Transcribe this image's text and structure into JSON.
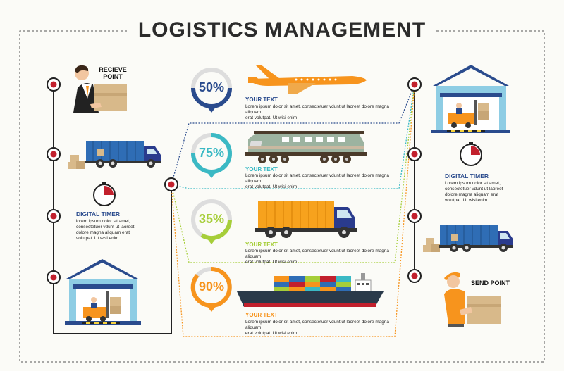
{
  "title": "LOGISTICS MANAGEMENT",
  "colors": {
    "navy": "#2a4b8d",
    "red_node": "#c2202d",
    "orange": "#f7941d",
    "teal": "#3bb9c4",
    "green": "#a6ce39",
    "warehouse_blue": "#8ecde4"
  },
  "left": {
    "receive_label_1": "RECIEVE",
    "receive_label_2": "POINT",
    "timer_title": "DIGITAL TIMER",
    "timer_text": [
      "lorem ipsum dolor sit amet,",
      "consectetuer vdunt ut laoreet",
      "dolore magna aliquam erat",
      "volutpat. Ut wisi enim"
    ]
  },
  "right": {
    "timer_title": "DIGITAL TIMER",
    "timer_text": [
      "Lorem ipsum dolor sit amet,",
      "consectetuer vdunt ut laoreet",
      "dolore magna aliquam erat",
      "volutpat. Ut wisi enim"
    ],
    "send_label": "SEND POINT"
  },
  "stages": [
    {
      "percent": "50%",
      "heading": "YOUR TEXT",
      "text": [
        "Lorem ipsum dolor sit amet, consectetuer vdunt ut laoreet dolore magna aliquam",
        "erat volutpat. Ut wisi enim"
      ],
      "color": "#2a4b8d",
      "vehicle": "airplane-icon"
    },
    {
      "percent": "75%",
      "heading": "YOUR TEXT",
      "text": [
        "Lorem ipsum dolor sit amet, consectetuer vdunt ut laoreet dolore magna aliquam",
        "erat volutpat. Ut wisi enim"
      ],
      "color": "#3bb9c4",
      "vehicle": "train-icon"
    },
    {
      "percent": "35%",
      "heading": "YOUR TEXT",
      "text": [
        "Lorem ipsum dolor sit amet, consectetuer vdunt ut laoreet dolore magna aliquam",
        "erat volutpat. Ut wisi enim"
      ],
      "color": "#a6ce39",
      "vehicle": "truck-icon"
    },
    {
      "percent": "90%",
      "heading": "YOUR TEXT",
      "text": [
        "Lorem ipsum dolor sit amet, consectetuer vdunt ut laoreet dolore magna aliquam",
        "erat volutpat. Ut wisi enim"
      ],
      "color": "#f7941d",
      "vehicle": "cargo-ship-icon"
    }
  ]
}
